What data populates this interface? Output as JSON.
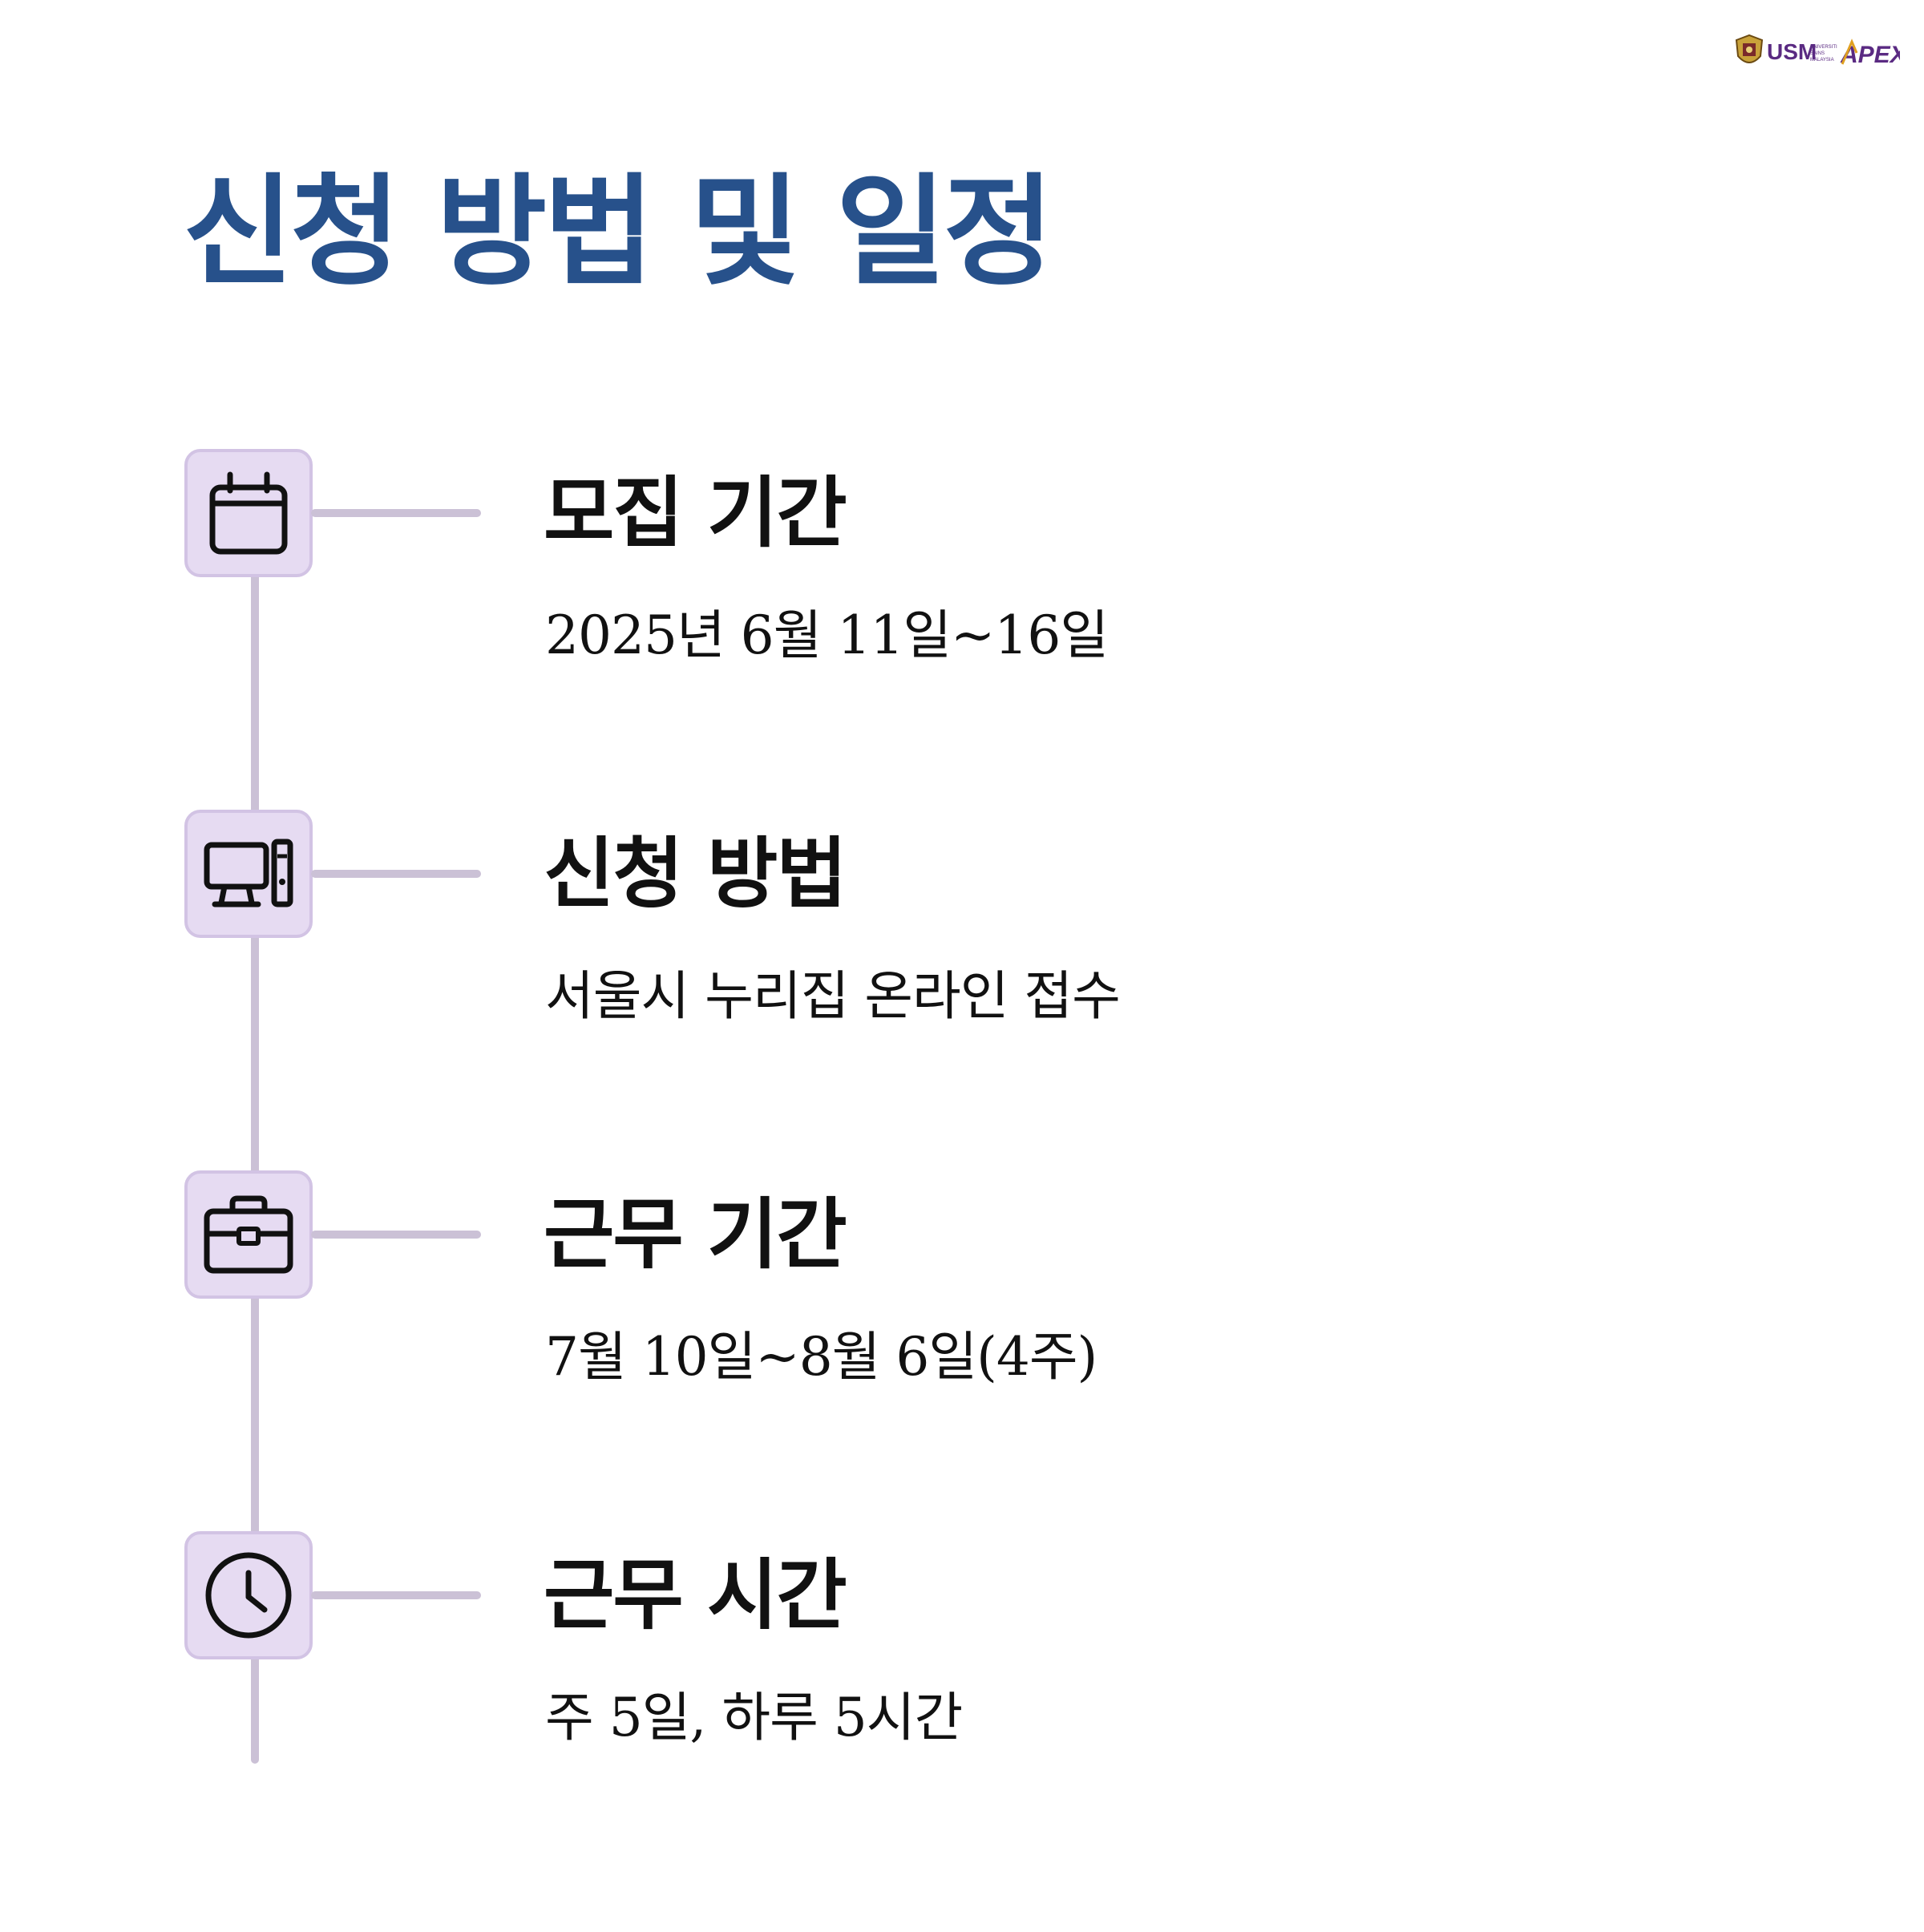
{
  "header": {
    "logo_left": "USM",
    "logo_small": "UNIVERSITI SAINS MALAYSIA",
    "logo_right": "APEX"
  },
  "title": "신청 방법 및 일정",
  "items": [
    {
      "icon": "calendar-icon",
      "heading": "모집 기간",
      "detail": "2025년 6월 11일~16일"
    },
    {
      "icon": "desktop-computer-icon",
      "heading": "신청 방법",
      "detail": "서울시 누리집 온라인 접수"
    },
    {
      "icon": "briefcase-icon",
      "heading": "근무 기간",
      "detail": "7월 10일~8월 6일(4주)"
    },
    {
      "icon": "clock-icon",
      "heading": "근무 시간",
      "detail": "주 5일, 하루 5시간"
    }
  ],
  "colors": {
    "title": "#27518b",
    "icon_bg": "#e6dbf2",
    "line": "#cbc1d6",
    "text": "#111111",
    "logo_purple": "#5a2a82"
  }
}
